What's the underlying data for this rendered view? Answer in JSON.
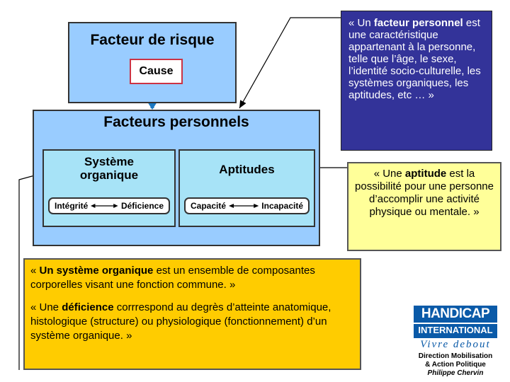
{
  "risk_box": {
    "title": "Facteur de risque",
    "cause": "Cause"
  },
  "personal_factors": {
    "title": "Facteurs personnels",
    "organic_system": {
      "title_line1": "Système",
      "title_line2": "organique",
      "left": "Intégrité",
      "right": "Déficience"
    },
    "aptitudes": {
      "title": "Aptitudes",
      "left": "Capacité",
      "right": "Incapacité"
    }
  },
  "callout_facteur": {
    "prefix": "« Un ",
    "term": "facteur personnel",
    "body": " est une caractéristique appartenant à la personne, telle que l’âge, le sexe, l’identité socio-culturelle, les systèmes organiques, les aptitudes, etc … »"
  },
  "callout_aptitude": {
    "prefix": "« Une ",
    "term": "aptitude",
    "body": " est la possibilité pour une personne d’accomplir une activité physique ou mentale. »"
  },
  "callout_systeme": {
    "p1_prefix": "« ",
    "p1_term": "Un système organique",
    "p1_body": " est un ensemble de composantes corporelles visant une fonction commune. »",
    "p2_prefix": "« Une ",
    "p2_term": "déficience",
    "p2_body": " corrrespond au degrès d’atteinte anatomique, histologique (structure) ou physiologique (fonctionnement) d’un système organique. »"
  },
  "logo": {
    "line1": "HANDICAP",
    "line2": "INTERNATIONAL",
    "slogan": "Vivre debout"
  },
  "credits": {
    "line1": "Direction Mobilisation",
    "line2": "& Action Politique",
    "line3": "Philippe Chervin"
  },
  "colors": {
    "box_blue": "#99ccff",
    "inner_blue": "#a7e3f7",
    "dark_callout": "#333399",
    "yellow_callout": "#ffff99",
    "orange_callout": "#ffcc00",
    "arrow_blue": "#1a78c2",
    "cause_border": "#cc3344",
    "logo_blue": "#0a5aa8"
  }
}
